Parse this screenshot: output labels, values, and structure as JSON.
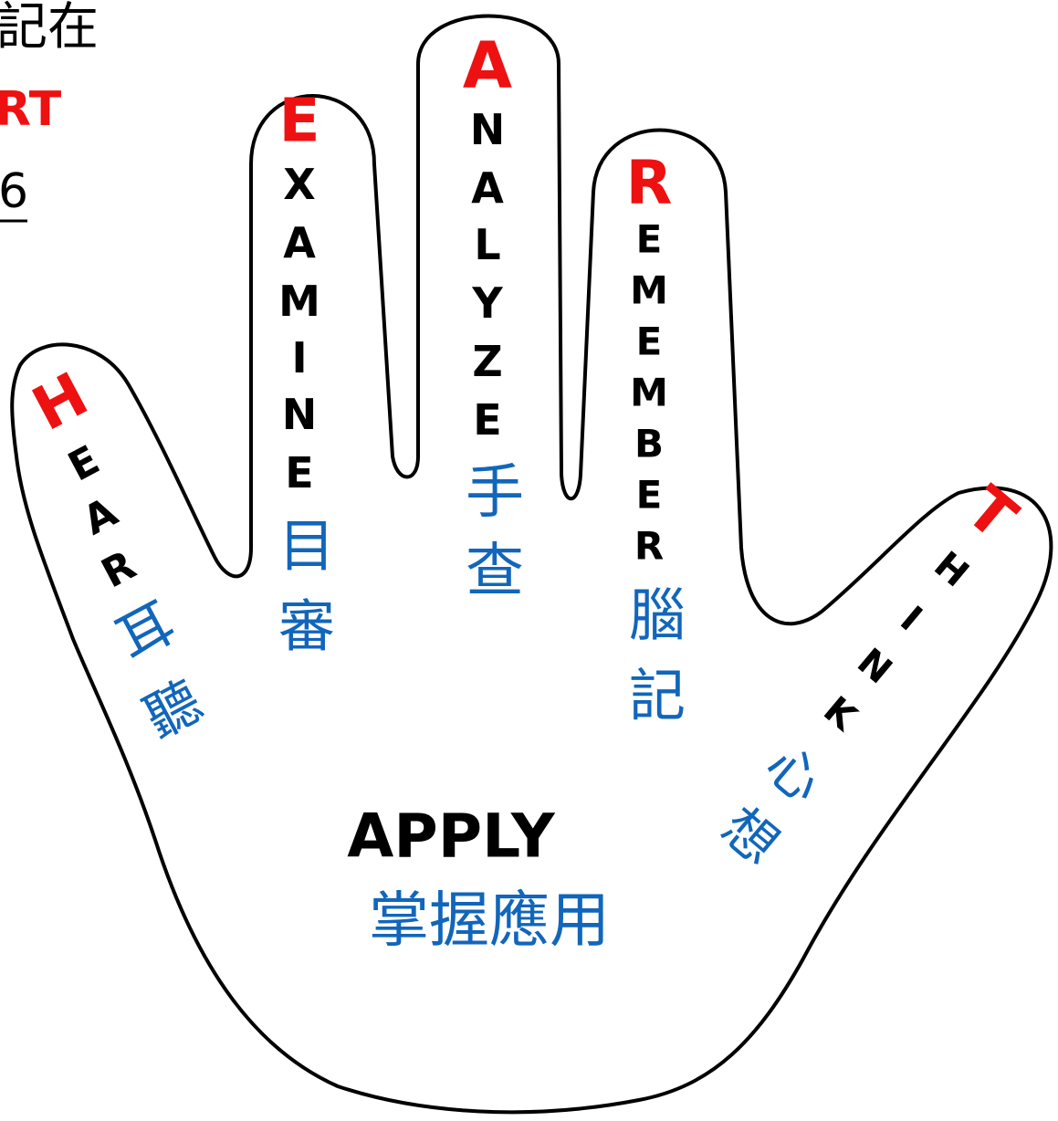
{
  "colors": {
    "initial": "#ee1111",
    "letters": "#000000",
    "chinese": "#1166bb",
    "outline": "#000000",
    "background": "#ffffff"
  },
  "corner_text": {
    "line1": "記在",
    "line2": "RT",
    "line3": "6"
  },
  "fingers": [
    {
      "id": "hear",
      "initial": "H",
      "rest": "EAR",
      "chinese": "耳聽"
    },
    {
      "id": "examine",
      "initial": "E",
      "rest": "XAMINE",
      "chinese": "目審"
    },
    {
      "id": "analyze",
      "initial": "A",
      "rest": "NALYZE",
      "chinese": "手查"
    },
    {
      "id": "remember",
      "initial": "R",
      "rest": "EMEMBER",
      "chinese": "腦記"
    },
    {
      "id": "think",
      "initial": "T",
      "rest": "HINK",
      "chinese": "心想"
    }
  ],
  "palm": {
    "title": "APPLY",
    "chinese": "掌握應用"
  }
}
